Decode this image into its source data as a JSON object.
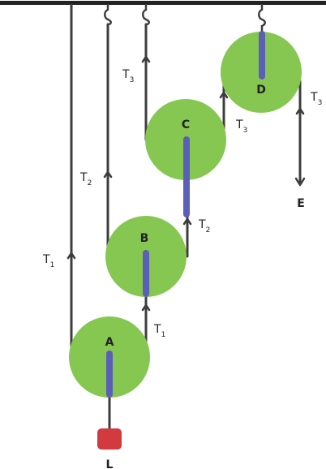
{
  "colors": {
    "pulley": "#86c751",
    "axle": "#5c5fb8",
    "load": "#d13a3f",
    "rope": "#3d3d3d",
    "ceiling": "#222222",
    "background": "#ffffff"
  },
  "pulleys": [
    {
      "id": "A",
      "label": "A"
    },
    {
      "id": "B",
      "label": "B"
    },
    {
      "id": "C",
      "label": "C"
    },
    {
      "id": "D",
      "label": "D"
    }
  ],
  "load": {
    "label": "L"
  },
  "effort": {
    "label": "E"
  },
  "tensions": [
    {
      "id": "t1-left",
      "main": "T",
      "sub": "1"
    },
    {
      "id": "t1-right",
      "main": "T",
      "sub": "1"
    },
    {
      "id": "t2-left",
      "main": "T",
      "sub": "2"
    },
    {
      "id": "t2-right",
      "main": "T",
      "sub": "2"
    },
    {
      "id": "t3-left",
      "main": "T",
      "sub": "3"
    },
    {
      "id": "t3-mid",
      "main": "T",
      "sub": "3"
    },
    {
      "id": "t3-right",
      "main": "T",
      "sub": "3"
    }
  ]
}
